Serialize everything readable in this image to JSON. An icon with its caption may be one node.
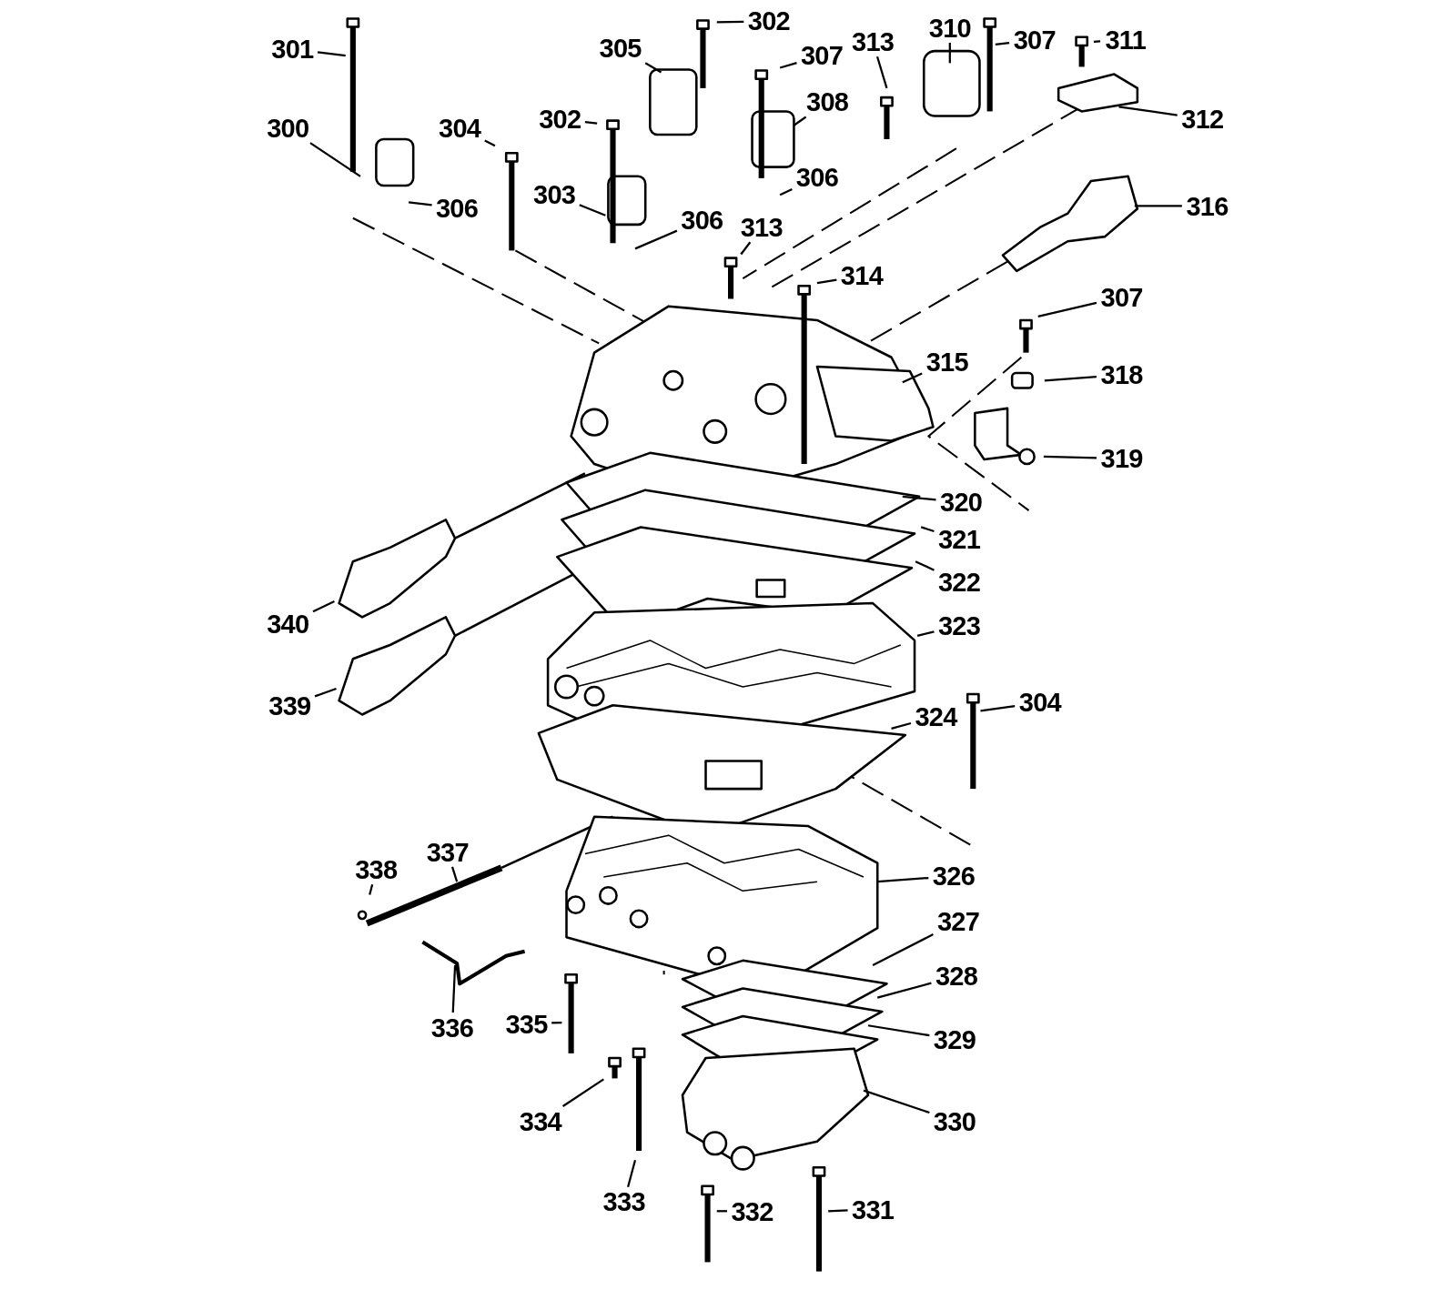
{
  "diagram": {
    "nodes": [
      {
        "text": [
          "302"
        ]
      },
      {
        "text": [
          "310"
        ]
      },
      {
        "text": [
          "311"
        ]
      },
      {
        "text": [
          "307"
        ]
      },
      {
        "text": [
          "313"
        ]
      },
      {
        "text": [
          "305"
        ]
      },
      {
        "text": [
          "301"
        ]
      },
      {
        "text": [
          "307"
        ]
      },
      {
        "text": [
          "308"
        ]
      },
      {
        "text": [
          "302"
        ]
      },
      {
        "text": [
          "312"
        ]
      },
      {
        "text": [
          "300"
        ]
      },
      {
        "text": [
          "304"
        ]
      },
      {
        "text": [
          "306"
        ]
      },
      {
        "text": [
          "303"
        ]
      },
      {
        "text": [
          "316"
        ]
      },
      {
        "text": [
          "306"
        ]
      },
      {
        "text": [
          "306"
        ]
      },
      {
        "text": [
          "313"
        ]
      },
      {
        "text": [
          "314"
        ]
      },
      {
        "text": [
          "307"
        ]
      },
      {
        "text": [
          "315"
        ]
      },
      {
        "text": [
          "318"
        ]
      },
      {
        "text": [
          "319"
        ]
      },
      {
        "text": [
          "320"
        ]
      },
      {
        "text": [
          "321"
        ]
      },
      {
        "text": [
          "322"
        ]
      },
      {
        "text": [
          "340"
        ]
      },
      {
        "text": [
          "323"
        ]
      },
      {
        "text": [
          "304"
        ]
      },
      {
        "text": [
          "339"
        ]
      },
      {
        "text": [
          "324"
        ]
      },
      {
        "text": [
          "337"
        ]
      },
      {
        "text": [
          "338"
        ]
      },
      {
        "text": [
          "326"
        ]
      },
      {
        "text": [
          "327"
        ]
      },
      {
        "text": [
          "328"
        ]
      },
      {
        "text": [
          "335"
        ]
      },
      {
        "text": [
          "336"
        ]
      },
      {
        "text": [
          "329"
        ]
      },
      {
        "text": [
          "334"
        ]
      },
      {
        "text": [
          "330"
        ]
      },
      {
        "text": [
          "333"
        ]
      },
      {
        "text": [
          "331"
        ]
      },
      {
        "text": [
          "332"
        ]
      }
    ],
    "edges": [
      {
        "from": 0,
        "to": null,
        "arrow": "none"
      },
      {
        "from": 1,
        "to": null,
        "arrow": "none"
      },
      {
        "from": 2,
        "to": null,
        "arrow": "none"
      },
      {
        "from": 3,
        "to": null,
        "arrow": "none"
      },
      {
        "from": 4,
        "to": null,
        "arrow": "none"
      },
      {
        "from": 5,
        "to": null,
        "arrow": "none"
      },
      {
        "from": 6,
        "to": null,
        "arrow": "none"
      },
      {
        "from": 7,
        "to": null,
        "arrow": "none"
      },
      {
        "from": 8,
        "to": null,
        "arrow": "none"
      },
      {
        "from": 9,
        "to": null,
        "arrow": "none"
      },
      {
        "from": 10,
        "to": null,
        "arrow": "none"
      },
      {
        "from": 11,
        "to": null,
        "arrow": "none"
      },
      {
        "from": 12,
        "to": null,
        "arrow": "none"
      },
      {
        "from": 13,
        "to": null,
        "arrow": "none"
      },
      {
        "from": 14,
        "to": null,
        "arrow": "none"
      },
      {
        "from": 15,
        "to": null,
        "arrow": "none"
      },
      {
        "from": 16,
        "to": null,
        "arrow": "none"
      },
      {
        "from": 17,
        "to": null,
        "arrow": "none"
      },
      {
        "from": 18,
        "to": null,
        "arrow": "none"
      },
      {
        "from": 19,
        "to": null,
        "arrow": "none"
      },
      {
        "from": 20,
        "to": null,
        "arrow": "none"
      },
      {
        "from": 21,
        "to": null,
        "arrow": "none"
      },
      {
        "from": 22,
        "to": null,
        "arrow": "none"
      },
      {
        "from": 23,
        "to": null,
        "arrow": "none"
      },
      {
        "from": 24,
        "to": null,
        "arrow": "none"
      },
      {
        "from": 25,
        "to": null,
        "arrow": "none"
      },
      {
        "from": 26,
        "to": null,
        "arrow": "none"
      },
      {
        "from": 27,
        "to": null,
        "arrow": "none"
      },
      {
        "from": 28,
        "to": null,
        "arrow": "none"
      },
      {
        "from": 29,
        "to": null,
        "arrow": "none"
      },
      {
        "from": 30,
        "to": null,
        "arrow": "none"
      },
      {
        "from": 31,
        "to": null,
        "arrow": "none"
      },
      {
        "from": 32,
        "to": null,
        "arrow": "none"
      },
      {
        "from": 33,
        "to": null,
        "arrow": "none"
      },
      {
        "from": 34,
        "to": null,
        "arrow": "none"
      },
      {
        "from": 35,
        "to": null,
        "arrow": "none"
      },
      {
        "from": 36,
        "to": null,
        "arrow": "none"
      },
      {
        "from": 37,
        "to": null,
        "arrow": "none"
      },
      {
        "from": 38,
        "to": null,
        "arrow": "none"
      },
      {
        "from": 39,
        "to": null,
        "arrow": "none"
      },
      {
        "from": 40,
        "to": null,
        "arrow": "none"
      },
      {
        "from": 41,
        "to": null,
        "arrow": "none"
      },
      {
        "from": 42,
        "to": null,
        "arrow": "none"
      },
      {
        "from": 43,
        "to": null,
        "arrow": "none"
      },
      {
        "from": 44,
        "to": null,
        "arrow": "none"
      }
    ]
  }
}
